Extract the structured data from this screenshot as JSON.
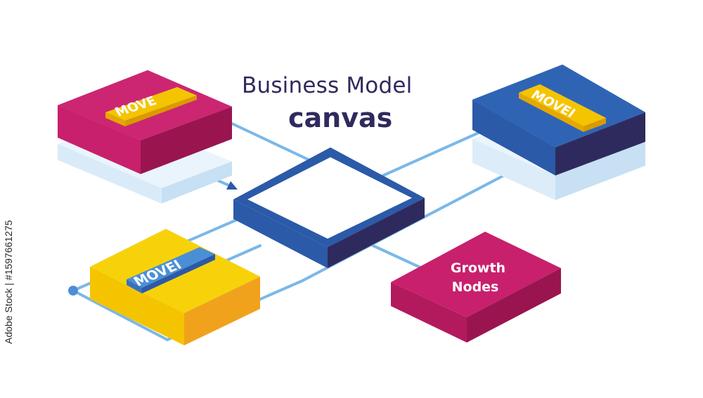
{
  "title": {
    "line1": "Business Model",
    "line2": "canvas"
  },
  "nodes": {
    "top_left": {
      "tag": "MOVE"
    },
    "top_right": {
      "tag": "MOVEI"
    },
    "bottom_left": {
      "tag": "MOVEI"
    },
    "bottom_right": {
      "label_line1": "Growth",
      "label_line2": "Nodes"
    }
  },
  "watermark": "Adobe Stock | #1597661275",
  "colors": {
    "magenta": "#c8206c",
    "blue": "#2b5aa8",
    "navy": "#2f2a5e",
    "yellow": "#f5c400",
    "orange": "#f0a21c",
    "light_blue": "#7ab8e8",
    "pale": "#e4f1fb"
  },
  "icons": [
    "arrow-right-icon",
    "arrow-up-right-icon",
    "connector-dot-icon"
  ]
}
